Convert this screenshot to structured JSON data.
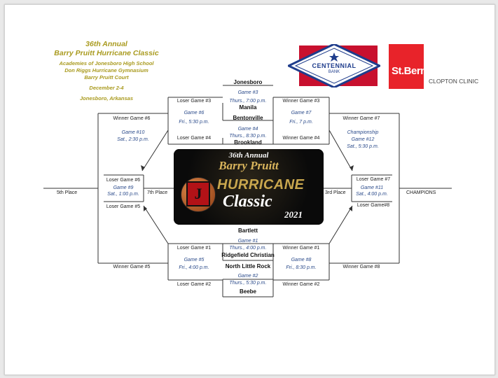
{
  "header": {
    "title_line1": "36th Annual",
    "title_line2": "Barry Pruitt Hurricane Classic",
    "line3": "Academies of Jonesboro High School",
    "line4": "Don Riggs Hurricane Gymnasium",
    "line5": "Barry Pruitt Court",
    "dates": "December 2-4",
    "location": "Jonesboro, Arkansas"
  },
  "sponsors": {
    "centennial": "CENTENNIAL",
    "centennial_sub": "BANK",
    "stbernards": "St.Bernards",
    "stbernards_sub": "CLOPTON CLINIC"
  },
  "logo": {
    "line1": "36th Annual",
    "line2": "Barry Pruitt",
    "line3": "HURRICANE",
    "line4": "Classic",
    "year": "2021",
    "letter": "J"
  },
  "teams": {
    "jonesboro": "Jonesboro",
    "manila": "Manila",
    "bentonville": "Bentonville",
    "brookland": "Brookland",
    "bartlett": "Bartlett",
    "ridgefield": "Ridgefield Christian",
    "nlr": "North Little Rock",
    "beebe": "Beebe"
  },
  "games": {
    "g3": [
      "Game #3",
      "Thurs., 7:00 p.m."
    ],
    "g4": [
      "Game #4",
      "Thurs., 8:30 p.m."
    ],
    "g1": [
      "Game #1",
      "Thurs., 4:00 p.m."
    ],
    "g2": [
      "Game #2",
      "Thurs., 5:30 p.m."
    ],
    "g6": [
      "Game #6",
      "Fri., 5:30 p.m."
    ],
    "g7": [
      "Game #7",
      "Fri., 7 p.m."
    ],
    "g5": [
      "Game #5",
      "Fri., 4:00 p.m."
    ],
    "g8": [
      "Game #8",
      "Fri., 8:30 p.m."
    ],
    "g10": [
      "Game #10",
      "Sat., 2:30 p.m."
    ],
    "g12": [
      "Championship",
      "Game #12",
      "Sat., 5:30 p.m."
    ],
    "g9": [
      "Game #9",
      "Sat., 1:00 p.m."
    ],
    "g11": [
      "Game #11",
      "Sat., 4:00 p.m."
    ]
  },
  "labels": {
    "loser_g3": "Loser Game #3",
    "winner_g3": "Winner Game #3",
    "loser_g4": "Loser Game #4",
    "winner_g4": "Winner Game #4",
    "winner_g6": "Winner Game #6",
    "winner_g7": "Winner Game #7",
    "loser_g6": "Loser Game #6",
    "loser_g5": "Loser Game #5",
    "loser_g7": "Loser Game #7",
    "loser_g8": "Loser Game#8",
    "fifth": "5th Place",
    "seventh": "7th Place",
    "third": "3rd Place",
    "champions": "CHAMPIONS",
    "loser_g1": "Loser Game #1",
    "winner_g1": "Winner Game #1",
    "loser_g2": "Loser Game #2",
    "winner_g2": "Winner Game #2",
    "winner_g5": "Winner Game #5",
    "winner_g8": "Winner Game #8"
  },
  "colors": {
    "header_gold": "#a99a1e",
    "game_blue": "#2a4a8a",
    "centennial_red": "#c8102e",
    "centennial_blue": "#1f3d8c"
  }
}
